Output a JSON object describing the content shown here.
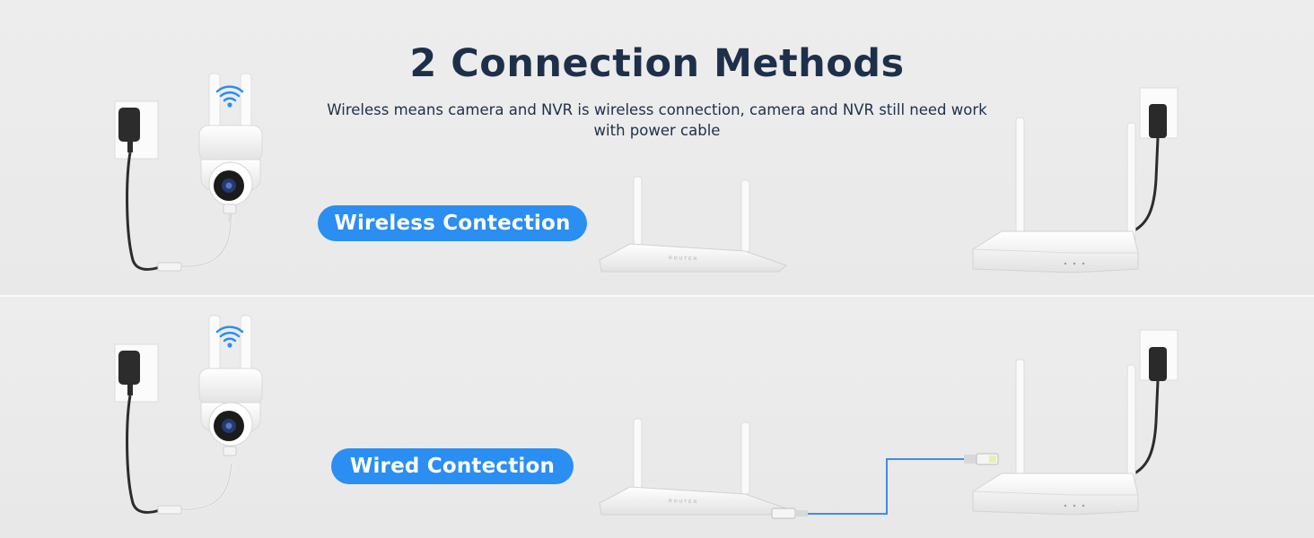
{
  "header": {
    "title": "2 Connection Methods",
    "subtitle": "Wireless means camera and NVR is wireless connection, camera and NVR still need work with power cable"
  },
  "methods": [
    {
      "label": "Wireless Contection"
    },
    {
      "label": "Wired Contection"
    }
  ],
  "colors": {
    "title": "#1e3049",
    "accent": "#2a8ef2",
    "ethernet_cable": "#3a8ee6",
    "background": "#ececec"
  },
  "icons": [
    "wifi-icon",
    "power-adapter-icon",
    "camera-icon",
    "router-icon",
    "nvr-icon",
    "ethernet-plug-icon"
  ]
}
